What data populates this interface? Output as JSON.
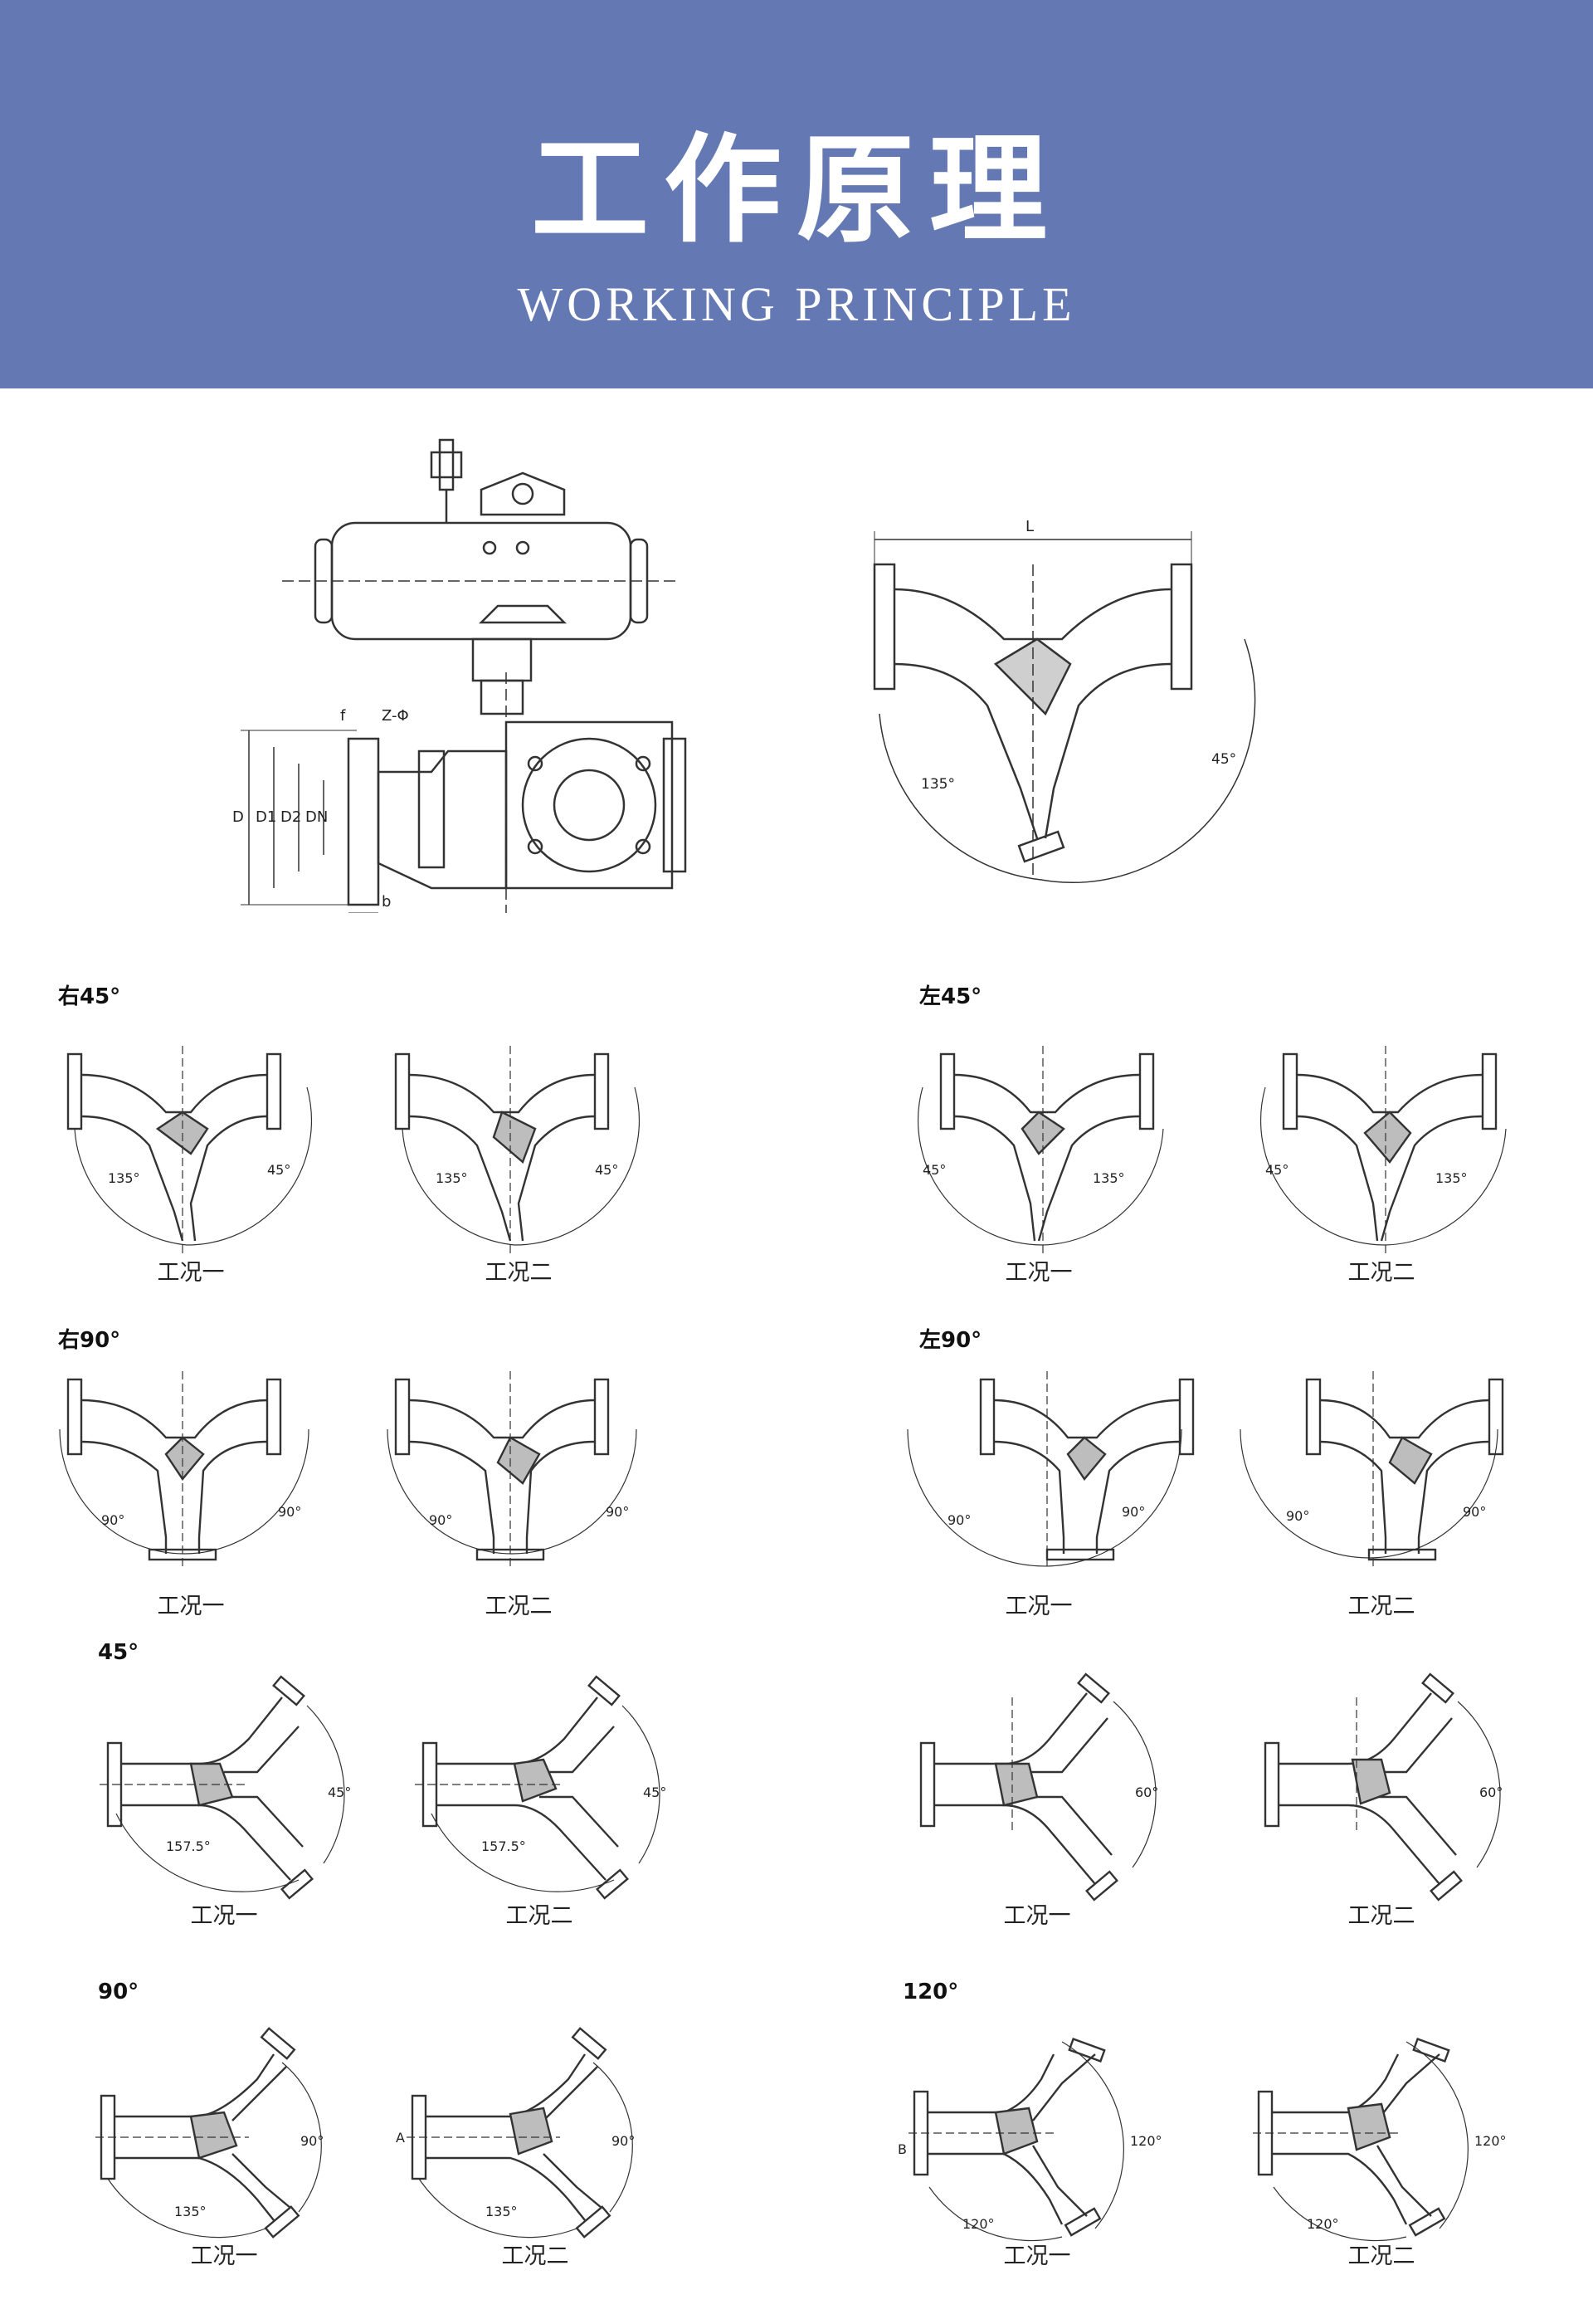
{
  "header": {
    "title": "工作原理",
    "subtitle": "WORKING PRINCIPLE",
    "color": "#6479b3"
  },
  "front_view": {
    "labels": {
      "f": "f",
      "z": "Z-Φ",
      "d": "D",
      "d1": "D1",
      "d2": "D2",
      "dn": "DN",
      "b": "b"
    }
  },
  "top_view": {
    "labels": {
      "l": "L",
      "a135": "135°",
      "a45": "45°"
    }
  },
  "sections": {
    "r45": "右45°",
    "l45": "左45°",
    "r90": "右90°",
    "l90": "左90°",
    "h45": "45°",
    "h90": "90°",
    "h120": "120°"
  },
  "captions": {
    "case1": "工况一",
    "case2": "工况二"
  },
  "diagrams": {
    "r45_1": {
      "a": "135°",
      "b": "45°"
    },
    "r45_2": {
      "a": "135°",
      "b": "45°"
    },
    "l45_1": {
      "a": "45°",
      "b": "135°"
    },
    "l45_2": {
      "a": "45°",
      "b": "135°"
    },
    "r90_1": {
      "a": "90°",
      "b": "90°"
    },
    "r90_2": {
      "a": "90°",
      "b": "90°"
    },
    "l90_1": {
      "a": "90°",
      "b": "90°"
    },
    "l90_2": {
      "a": "90°",
      "b": "90°"
    },
    "h45_1": {
      "a": "157.5°",
      "b": "45°"
    },
    "h45_2": {
      "a": "157.5°",
      "b": "45°"
    },
    "h60_1": {
      "b": "60°"
    },
    "h60_2": {
      "b": "60°"
    },
    "h90_1": {
      "a": "135°",
      "b": "90°"
    },
    "h90_2": {
      "a": "135°",
      "b": "90°",
      "c": "A"
    },
    "h120_1": {
      "a": "120°",
      "b": "120°",
      "c": "B"
    },
    "h120_2": {
      "a": "120°",
      "b": "120°"
    }
  }
}
